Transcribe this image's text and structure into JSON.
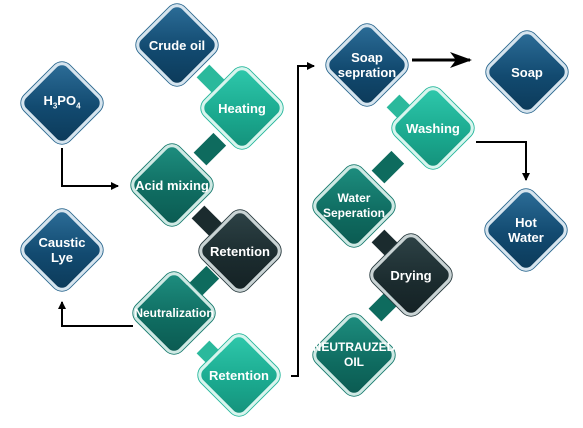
{
  "nodes": {
    "crude_oil": "Crude oil",
    "heating": "Heating",
    "h3po4_main": "H",
    "h3po4_sub1": "3",
    "h3po4_mid": "PO",
    "h3po4_sub2": "4",
    "acid_mixing": "Acid mixing",
    "retention_1": "Retention",
    "caustic_lye_line1": "Caustic",
    "caustic_lye_line2": "Lye",
    "neutralization": "Neutralization",
    "retention_2": "Retention",
    "soap_sepration_line1": "Soap",
    "soap_sepration_line2": "sepration",
    "soap": "Soap",
    "washing": "Washing",
    "hot_water_line1": "Hot",
    "hot_water_line2": "Water",
    "water_seperation_line1": "Water",
    "water_seperation_line2": "Seperation",
    "drying": "Drying",
    "neutrauzed_oil_line1": "NEUTRAUZED",
    "neutrauzed_oil_line2": "OIL"
  },
  "colors": {
    "blue": "#124a70",
    "teal": "#0f6b60",
    "light_teal": "#1aa88e",
    "dark": "#1b2b2e",
    "connector_light": "#2bb99c",
    "connector_dark": "#0e6b5e",
    "arrow": "#000000"
  }
}
